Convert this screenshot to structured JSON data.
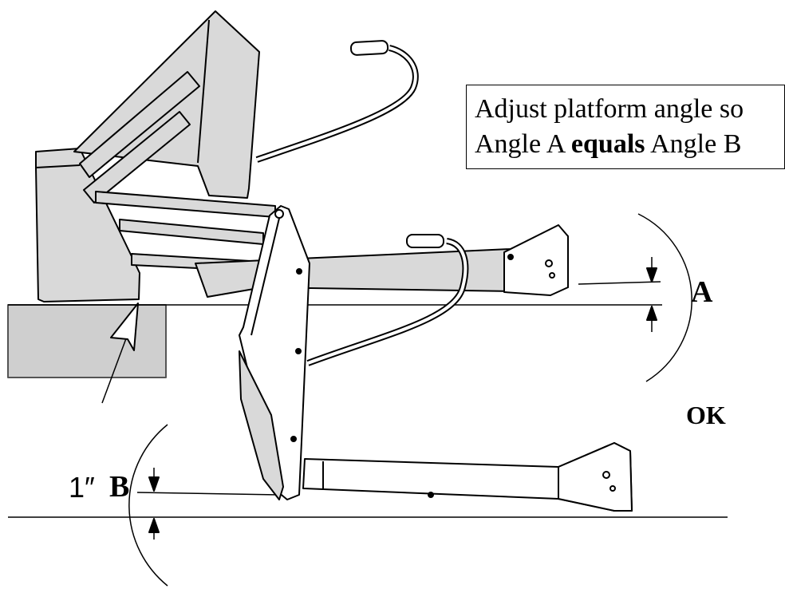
{
  "instruction": {
    "line1": "Adjust platform angle so",
    "line2_prefix": "Angle A ",
    "line2_bold": "equals",
    "line2_suffix": " Angle B"
  },
  "labels": {
    "angle_a": "A",
    "angle_b": "B",
    "ok": "OK",
    "height": "1″"
  },
  "colors": {
    "line": "#000000",
    "metal_fill": "#d9d9d9",
    "curb_fill": "#cfcfcf",
    "background": "#ffffff"
  }
}
